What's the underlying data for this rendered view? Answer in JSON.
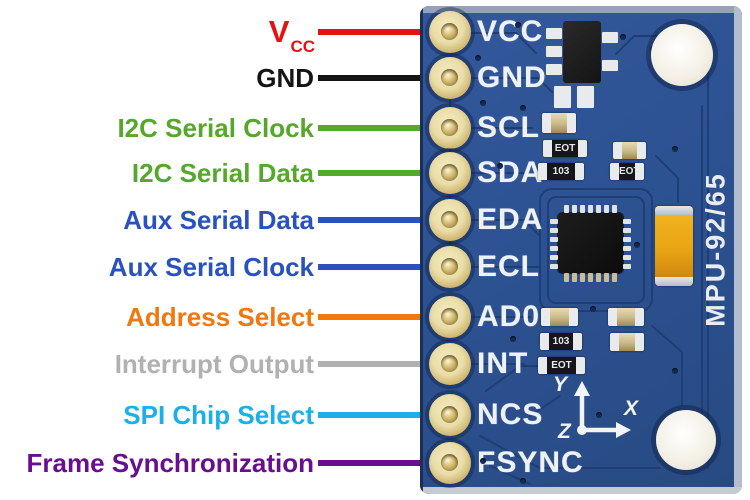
{
  "board": {
    "marking": "MPU-92/65",
    "pcb_color": "#2d5292",
    "silkscreen_color": "#eef2f6",
    "axis_labels": {
      "x": "X",
      "y": "Y",
      "z": "Z"
    },
    "component_markings": {
      "code103": "103",
      "codeEOT": "EOT"
    }
  },
  "pins": [
    {
      "silkscreen": "VCC",
      "description": "Vcc",
      "label_main": "V",
      "label_sub": "CC",
      "color": "#e61212"
    },
    {
      "silkscreen": "GND",
      "description": "GND",
      "color": "#141414"
    },
    {
      "silkscreen": "SCL",
      "description": "I2C Serial Clock",
      "color": "#55a82a"
    },
    {
      "silkscreen": "SDA",
      "description": "I2C Serial Data",
      "color": "#55a82a"
    },
    {
      "silkscreen": "EDA",
      "description": "Aux Serial Data",
      "color": "#2a52bf"
    },
    {
      "silkscreen": "ECL",
      "description": "Aux Serial Clock",
      "color": "#2a52bf"
    },
    {
      "silkscreen": "AD0",
      "description": "Address Select",
      "color": "#f1770e"
    },
    {
      "silkscreen": "INT",
      "description": "Interrupt Output",
      "color": "#b2b0b2"
    },
    {
      "silkscreen": "NCS",
      "description": "SPI Chip Select",
      "color": "#1cb0ea"
    },
    {
      "silkscreen": "FSYNC",
      "description": "Frame Synchronization",
      "color": "#690e91"
    }
  ]
}
